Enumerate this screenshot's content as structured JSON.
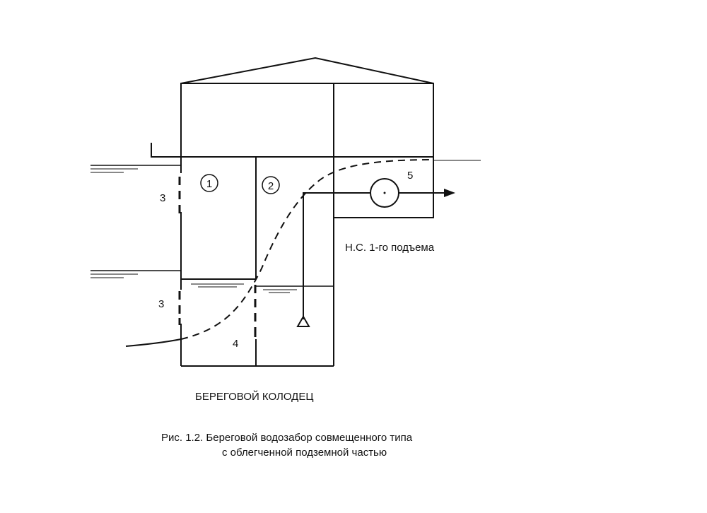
{
  "labels": {
    "chamber_1": "1",
    "chamber_2": "2",
    "screen_upper": "3",
    "screen_lower": "3",
    "partition": "4",
    "pump_room": "5",
    "pump_station": "Н.С. 1-го подъема"
  },
  "captions": {
    "well_title": "БЕРЕГОВОЙ КОЛОДЕЦ",
    "figure_line1": "Рис. 1.2.  Береговой водозабор совмещенного типа",
    "figure_line2": "с облегченной подземной частью"
  }
}
